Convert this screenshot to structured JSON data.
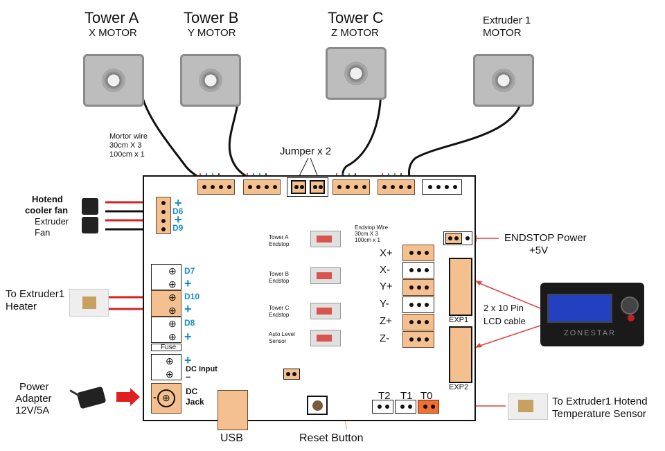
{
  "motors": [
    {
      "title": "Tower A",
      "subtitle": "X MOTOR"
    },
    {
      "title": "Tower B",
      "subtitle": "Y MOTOR"
    },
    {
      "title": "Tower C",
      "subtitle": "Z MOTOR"
    },
    {
      "title": "Extruder 1",
      "subtitle": "MOTOR"
    }
  ],
  "motor_wire": {
    "line1": "Mortor wire",
    "line2": "30cm X 3",
    "line3": "100cm x 1"
  },
  "jumper_label": "Jumper x 2",
  "fans": {
    "hotend_l1": "Hotend",
    "hotend_l2": "cooler fan",
    "extruder_l1": "Extruder",
    "extruder_l2": "Fan",
    "d6": "D6",
    "d9": "D9",
    "plus": "+"
  },
  "heater": {
    "label_l1": "To Extruder1",
    "label_l2": "Heater",
    "d7": "D7",
    "d10": "D10",
    "d8": "D8",
    "fuse": "Fuse",
    "plus": "+",
    "circle": "⊕"
  },
  "dc": {
    "input": "DC Input",
    "minus_sign": "–",
    "jack_l1": "DC",
    "jack_l2": "Jack",
    "minus": "-"
  },
  "power": {
    "l1": "Power",
    "l2": "Adapter",
    "l3": "12V/5A"
  },
  "endstops": {
    "wire_l1": "Endstop Wire",
    "wire_l2": "30cm X 3",
    "wire_l3": "100cm x 1",
    "tower_a_l1": "Tower A",
    "tower_a_l2": "Endstop",
    "tower_b_l1": "Tower B",
    "tower_b_l2": "Endstop",
    "tower_c_l1": "Tower C",
    "tower_c_l2": "Endstop",
    "auto_l1": "Auto Level",
    "auto_l2": "Sensor",
    "axes": [
      "X+",
      "X-",
      "Y+",
      "Y-",
      "Z+",
      "Z-"
    ]
  },
  "endstop_power": {
    "l1": "ENDSTOP Power",
    "l2": "+5V"
  },
  "lcd": {
    "l1": "2 x 10 Pin",
    "l2": "LCD cable",
    "exp1": "EXP1",
    "exp2": "EXP2",
    "brand": "ZONESTAR"
  },
  "thermistors": [
    "T2",
    "T1",
    "T0"
  ],
  "sensor": {
    "l1": "To Extruder1 Hotend",
    "l2": "Temperature Sensor"
  },
  "usb": "USB",
  "reset": "Reset Button",
  "colors": {
    "connector": "#f4c08f",
    "plus_blue": "#1a8ad0",
    "wire_red": "#d42020",
    "arrow_red": "#e04040",
    "orange": "#f07030"
  }
}
